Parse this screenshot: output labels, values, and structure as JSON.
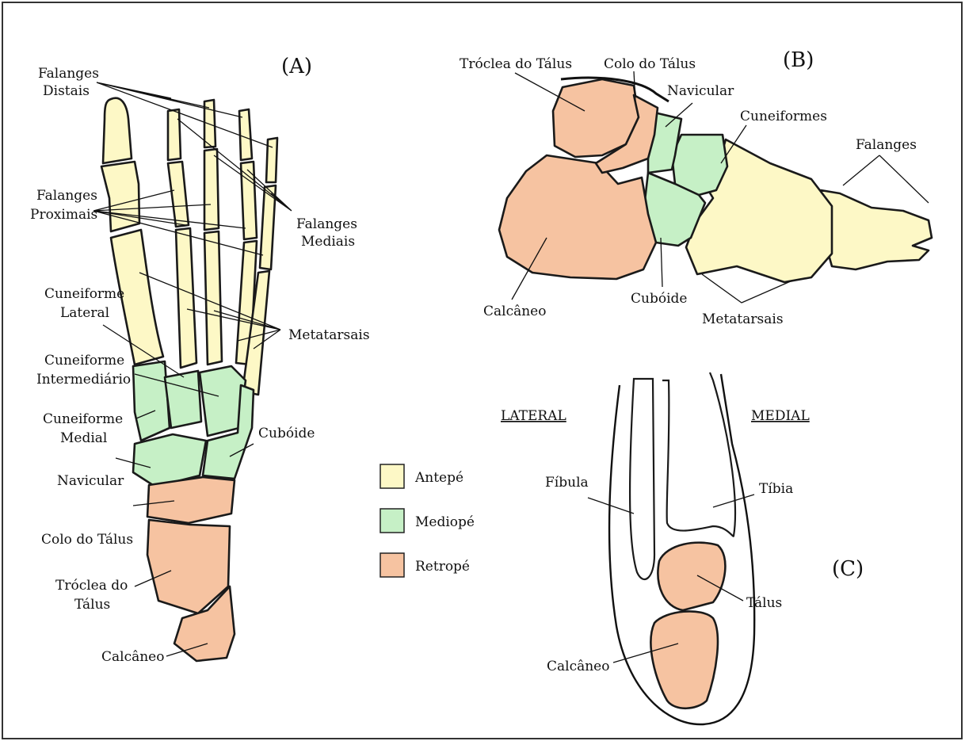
{
  "colors": {
    "antepe": "#fdf8c6",
    "mediope": "#c6f0c6",
    "retrope": "#f6c3a1",
    "stroke": "#1a1a1a",
    "frame": "#333333"
  },
  "panels": {
    "a": "(A)",
    "b": "(B)",
    "c": "(C)"
  },
  "legend": [
    {
      "label": "Antepé",
      "color": "#fdf8c6"
    },
    {
      "label": "Mediopé",
      "color": "#c6f0c6"
    },
    {
      "label": "Retropé",
      "color": "#f6c3a1"
    }
  ],
  "labels_a": {
    "falanges_distais_1": "Falanges",
    "falanges_distais_2": "Distais",
    "falanges_proximais_1": "Falanges",
    "falanges_proximais_2": "Proximais",
    "falanges_mediais_1": "Falanges",
    "falanges_mediais_2": "Mediais",
    "metatarsais": "Metatarsais",
    "cun_lateral_1": "Cuneiforme",
    "cun_lateral_2": "Lateral",
    "cun_intermediario_1": "Cuneiforme",
    "cun_intermediario_2": "Intermediário",
    "cun_medial_1": "Cuneiforme",
    "cun_medial_2": "Medial",
    "cuboide": "Cubóide",
    "navicular": "Navicular",
    "colo_talus": "Colo do Tálus",
    "troclea_1": "Tróclea do",
    "troclea_2": "Tálus",
    "calcaneo": "Calcâneo"
  },
  "labels_b": {
    "troclea": "Tróclea do Tálus",
    "colo": "Colo do Tálus",
    "navicular": "Navicular",
    "cuneiformes": "Cuneiformes",
    "falanges": "Falanges",
    "calcaneo": "Calcâneo",
    "cuboide": "Cubóide",
    "metatarsais": "Metatarsais"
  },
  "labels_c": {
    "lateral": "LATERAL",
    "medial": "MEDIAL",
    "fibula": "Fíbula",
    "tibia": "Tíbia",
    "talus": "Tálus",
    "calcaneo": "Calcâneo"
  }
}
